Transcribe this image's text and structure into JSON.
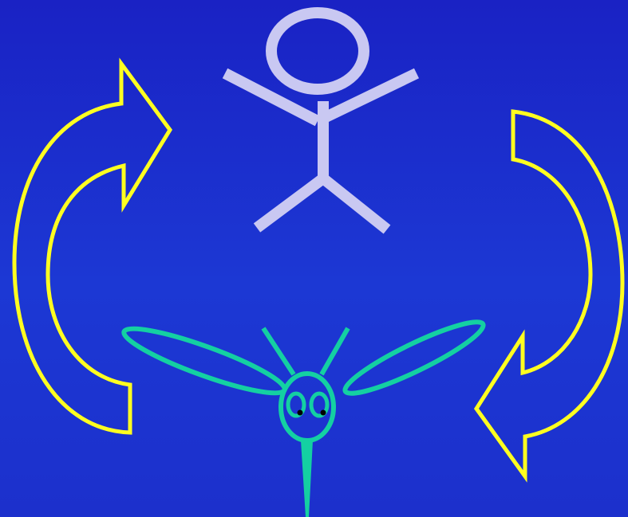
{
  "diagram": {
    "background_color": "#1c2fcf",
    "nodes": [
      {
        "name": "human",
        "icon": "stick-figure-icon",
        "color": "#c9c8f2"
      },
      {
        "name": "mosquito",
        "icon": "mosquito-icon",
        "color": "#14d0a2"
      }
    ],
    "arrows": [
      {
        "name": "cycle-arrow-left",
        "from": "mosquito",
        "to": "human",
        "color": "#ffff20"
      },
      {
        "name": "cycle-arrow-right",
        "from": "human",
        "to": "mosquito",
        "color": "#ffff20"
      }
    ]
  }
}
